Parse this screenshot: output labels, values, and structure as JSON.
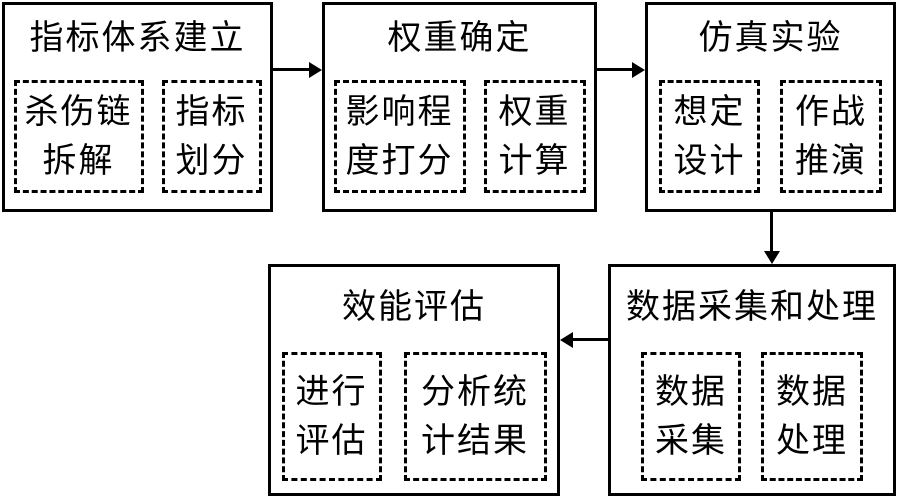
{
  "diagram_title": "effectiveness-evaluation-process-flowchart",
  "colors": {
    "line": "#000000",
    "background": "#ffffff"
  },
  "nodes": [
    {
      "id": "indicator-system",
      "title": "指标体系建立",
      "sub": [
        {
          "line1": "杀伤链",
          "line2": "拆解"
        },
        {
          "line1": "指标",
          "line2": "划分"
        }
      ]
    },
    {
      "id": "weight-determination",
      "title": "权重确定",
      "sub": [
        {
          "line1": "影响程",
          "line2": "度打分"
        },
        {
          "line1": "权重",
          "line2": "计算"
        }
      ]
    },
    {
      "id": "simulation-experiment",
      "title": "仿真实验",
      "sub": [
        {
          "line1": "想定",
          "line2": "设计"
        },
        {
          "line1": "作战",
          "line2": "推演"
        }
      ]
    },
    {
      "id": "data-collection-processing",
      "title": "数据采集和处理",
      "sub": [
        {
          "line1": "数据",
          "line2": "采集"
        },
        {
          "line1": "数据",
          "line2": "处理"
        }
      ]
    },
    {
      "id": "effectiveness-evaluation",
      "title": "效能评估",
      "sub": [
        {
          "line1": "进行",
          "line2": "评估"
        },
        {
          "line1": "分析统",
          "line2": "计结果"
        }
      ]
    }
  ],
  "edges": [
    {
      "from": "indicator-system",
      "to": "weight-determination",
      "direction": "right"
    },
    {
      "from": "weight-determination",
      "to": "simulation-experiment",
      "direction": "right"
    },
    {
      "from": "simulation-experiment",
      "to": "data-collection-processing",
      "direction": "down"
    },
    {
      "from": "data-collection-processing",
      "to": "effectiveness-evaluation",
      "direction": "left"
    }
  ]
}
